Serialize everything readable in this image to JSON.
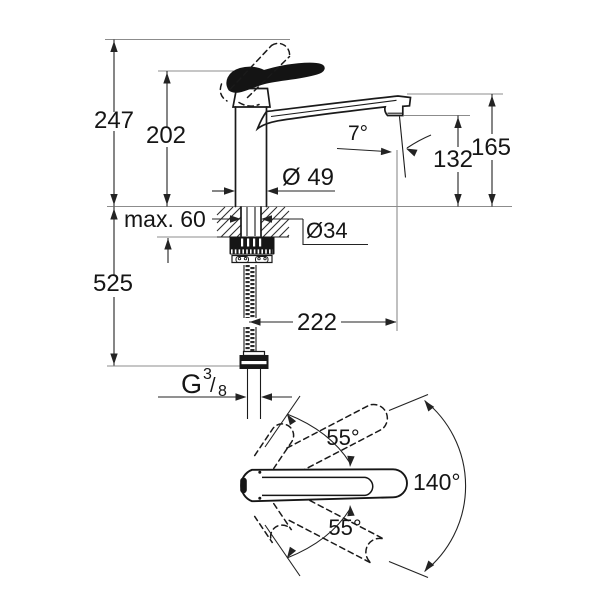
{
  "page": {
    "background": "#ffffff"
  },
  "drawing": {
    "title": "Single-lever kitchen faucet dimensional drawing (side view and handle top view)",
    "colors": {
      "line": "#1a1a1a",
      "dimension": "#232323",
      "extension": "#8c8c8c",
      "paper": "#ffffff"
    },
    "side_view": {
      "dims": {
        "total_height_lever_raised": "247",
        "height_to_lever": "202",
        "height_below_counter": "525",
        "height_to_spout_top": "165",
        "height_to_outlet": "132",
        "spout_reach": "222",
        "outlet_angle": "7°",
        "body_diameter": "Ø 49",
        "shank_diameter": "Ø34",
        "max_counter_thickness": "max. 60",
        "thread_g": "G",
        "thread_num": "3",
        "thread_slash": "/",
        "thread_den": "8"
      }
    },
    "top_view": {
      "dims": {
        "handle_angle_upper": "55°",
        "handle_angle_lower": "55°",
        "handle_angle_total": "140°"
      }
    }
  }
}
